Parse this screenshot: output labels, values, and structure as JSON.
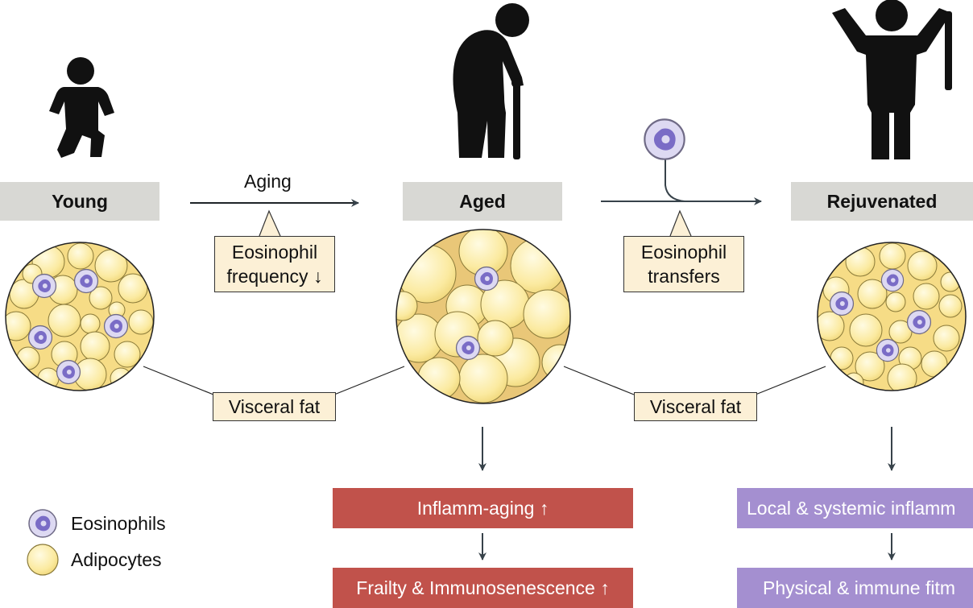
{
  "stages": {
    "young": "Young",
    "aged": "Aged",
    "rejuvenated": "Rejuvenated"
  },
  "arrows": {
    "aging": "Aging"
  },
  "callouts": {
    "eosinophil_frequency_line1": "Eosinophil",
    "eosinophil_frequency_line2": "frequency",
    "frequency_arrow": "↓",
    "eosinophil_transfers_line1": "Eosinophil",
    "eosinophil_transfers_line2": "transfers"
  },
  "fat_labels": {
    "left": "Visceral fat",
    "right": "Visceral fat"
  },
  "outcomes": {
    "aged_1": "Inflamm-aging",
    "aged_1_arrow": "↑",
    "aged_2": "Frailty & Immunosenescence",
    "aged_2_arrow": "↑",
    "rejuvenated_1": "Local & systemic inflamm",
    "rejuvenated_2": "Physical & immune fitm"
  },
  "legend": {
    "eosinophils": "Eosinophils",
    "adipocytes": "Adipocytes"
  },
  "colors": {
    "adipocyte_fill": "#fbeaa0",
    "adipocyte_stroke": "#8a7a3a",
    "eosinophil_fill": "#ddd9f2",
    "eosinophil_nucleus": "#7a6cc6",
    "red_box": "#c1524b",
    "purple_box": "#a48fd0",
    "stage_box": "#d8d8d4",
    "callout_fill": "#fcf0d6"
  }
}
